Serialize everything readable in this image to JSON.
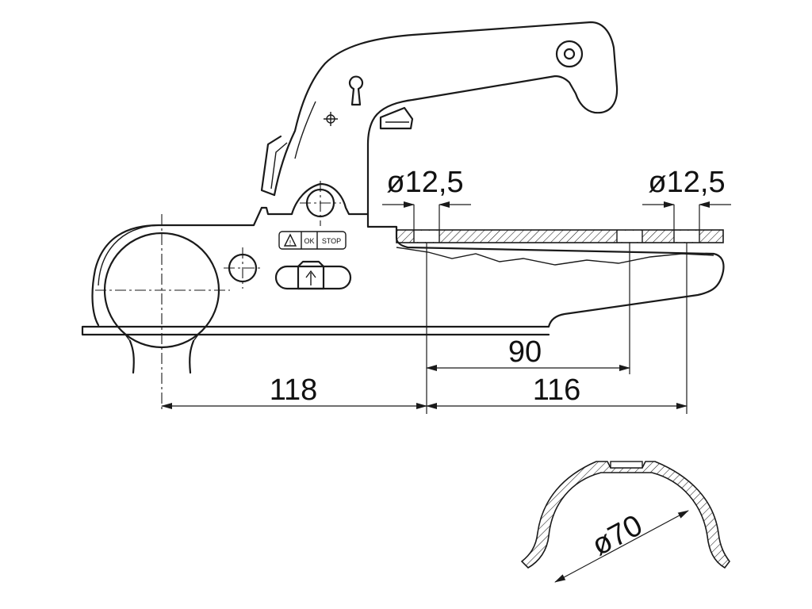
{
  "dimensions": {
    "hole_diameter_left": "ø12,5",
    "hole_diameter_right": "ø12,5",
    "spacing_inner": "90",
    "ball_to_hole": "118",
    "hole_to_hole": "116",
    "tube_diameter": "ø70"
  },
  "label_plate": {
    "warning_symbol": "!",
    "ok_label": "OK",
    "stop_label": "STOP"
  },
  "colors": {
    "line": "#1a1a1a",
    "background": "#ffffff"
  }
}
